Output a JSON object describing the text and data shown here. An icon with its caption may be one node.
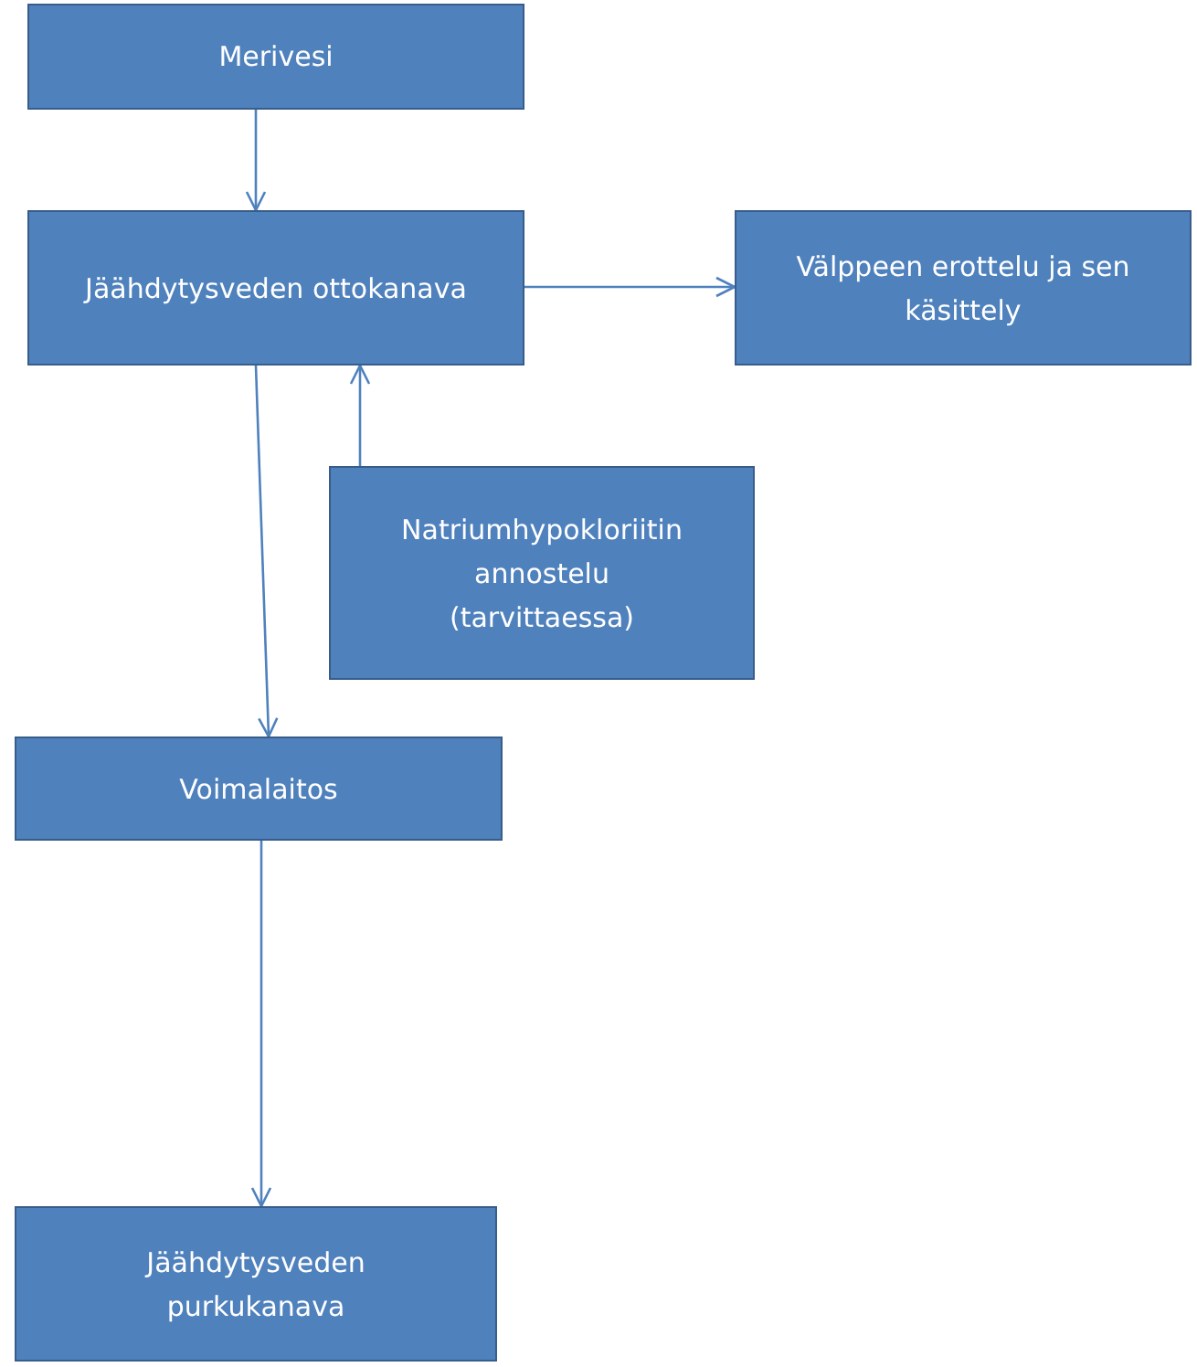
{
  "diagram": {
    "nodes": [
      {
        "text": [
          "Merivesi"
        ]
      },
      {
        "text": [
          "Jäähdytysveden ottokanava"
        ]
      },
      {
        "text": [
          "Välppeen erottelu ja sen käsittely"
        ]
      },
      {
        "text": [
          "Natriumhypokloriitin annostelu (tarvittaessa)"
        ]
      },
      {
        "text": [
          "Voimalaitos"
        ]
      },
      {
        "text": [
          "Jäähdytysveden purkukanava"
        ]
      }
    ],
    "edges": [
      {
        "from": 0,
        "to": 1,
        "arrow": "to"
      },
      {
        "from": 1,
        "to": 2,
        "arrow": "to"
      },
      {
        "from": 3,
        "to": 1,
        "arrow": "to"
      },
      {
        "from": 1,
        "to": 4,
        "arrow": "to"
      },
      {
        "from": 4,
        "to": 5,
        "arrow": "to"
      }
    ]
  }
}
